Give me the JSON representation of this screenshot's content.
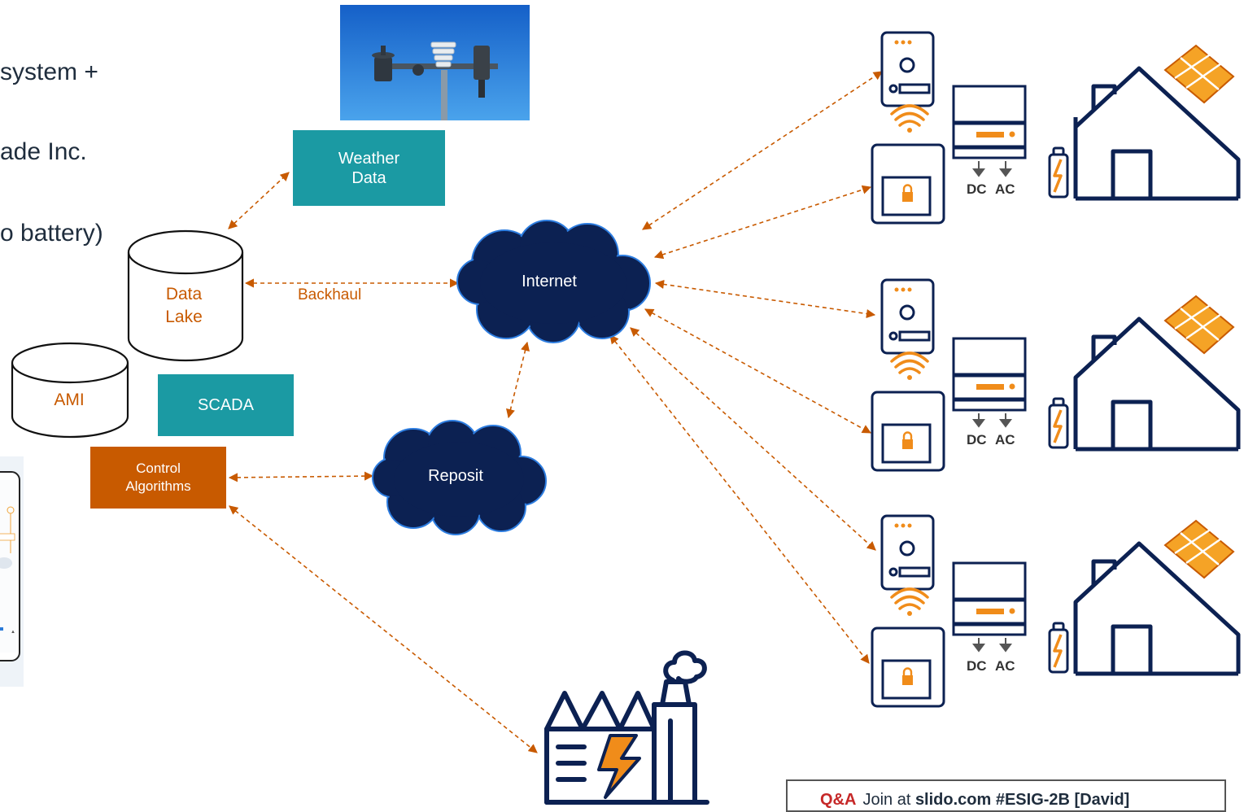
{
  "bullets": [
    "system +",
    "ade Inc.",
    "o battery)"
  ],
  "nodes": {
    "weather_data": "Weather\nData",
    "data_lake": "Data\nLake",
    "ami": "AMI",
    "scada": "SCADA",
    "control_algorithms": "Control\nAlgorithms",
    "internet": "Internet",
    "reposit": "Reposit"
  },
  "edge_labels": {
    "backhaul": "Backhaul"
  },
  "site_labels": {
    "dc": "DC",
    "ac": "AC"
  },
  "banner": {
    "qa": "Q&A",
    "join": "Join at ",
    "site": "slido.com #ESIG-2B [David]"
  },
  "colors": {
    "teal": "#1b9aa3",
    "orange": "#c85a00",
    "cloud": "#0c2152",
    "arrow": "#c85a00"
  }
}
